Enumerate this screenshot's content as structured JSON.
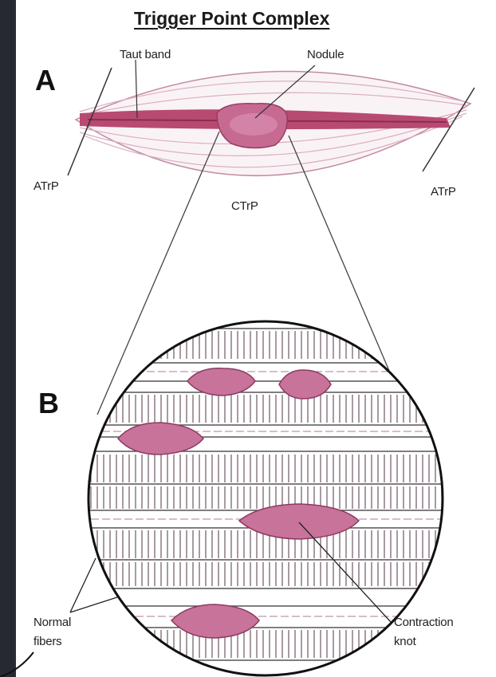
{
  "figure": {
    "title": "Trigger Point Complex",
    "panel_a": {
      "letter": "A",
      "labels": {
        "taut_band": "Taut band",
        "nodule": "Nodule",
        "atrp_left": "ATrP",
        "atrp_right": "ATrP",
        "ctrp": "CTrP"
      }
    },
    "panel_b": {
      "letter": "B",
      "labels": {
        "normal_fibers_line1": "Normal",
        "normal_fibers_line2": "fibers",
        "contraction_knot_line1": "Contraction",
        "contraction_knot_line2": "knot"
      }
    }
  },
  "colors": {
    "background": "#2a2d36",
    "accent_bar": "#2f8fae",
    "taut_band": "#b84a72",
    "nodule": "#c66a92",
    "muscle_lines": "#c28aa6",
    "knot": "#c8739a"
  }
}
